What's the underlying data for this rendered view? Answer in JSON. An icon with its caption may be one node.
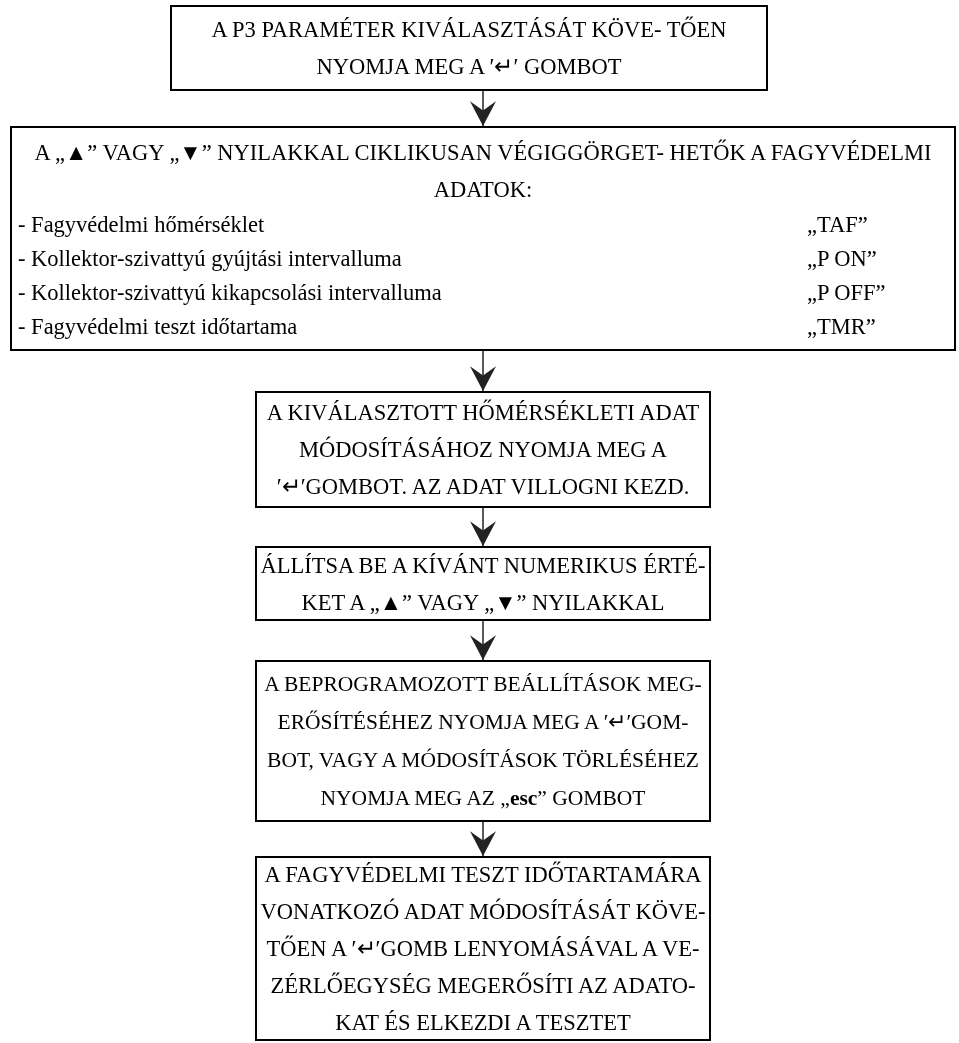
{
  "diagram": {
    "nodes": [
      {
        "text": [
          "A P3 PARAMÉTER KIVÁLASZTÁSÁT KÖVE- TŐEN NYOMJA MEG A ′↵′ GOMBOT"
        ]
      },
      {
        "text": [
          "A „▲” VAGY „▼” NYILAKKAL CIKLIKUSAN VÉGIGGÖRGET- HETŐK A FAGYVÉDELMI ADATOK:",
          "- Fagyvédelmi hőmérséklet",
          "„TAF”",
          "- Kollektor-szivattyú gyújtási intervalluma",
          "„P ON”",
          "- Kollektor-szivattyú kikapcsolási intervalluma",
          "„P OFF”",
          "- Fagyvédelmi teszt időtartama",
          "„TMR”"
        ]
      },
      {
        "text": [
          "A KIVÁLASZTOTT HŐMÉRSÉKLETI ADAT MÓDOSÍTÁSÁHOZ NYOMJA MEG A ′↵′GOMBOT. AZ ADAT VILLOGNI KEZD."
        ]
      },
      {
        "text": [
          "ÁLLÍTSA BE A KÍVÁNT NUMERIKUS ÉRTÉ- KET A „▲” VAGY „▼” NYILAKKAL"
        ]
      },
      {
        "text": [
          "A BEPROGRAMOZOTT BEÁLLÍTÁSOK MEG- ERŐSÍTÉSÉHEZ NYOMJA MEG A ′↵′GOM- BOT, VAGY A MÓDOSÍTÁSOK TÖRLÉSÉHEZ NYOMJA MEG AZ „**esc**” GOMBOT"
        ]
      },
      {
        "text": [
          "A FAGYVÉDELMI TESZT IDŐTARTAMÁRA VONATKOZÓ ADAT MÓDOSÍTÁSÁT KÖVE- TŐEN A ′↵′GOMB LENYOMÁSÁVAL A VE- ZÉRLŐEGYSÉG MEGERŐSÍTI AZ ADATO- KAT ÉS ELKEZDI A TESZTET"
        ]
      }
    ],
    "edges": [
      {
        "from": 0,
        "to": 1,
        "arrow": "to"
      },
      {
        "from": 1,
        "to": 2,
        "arrow": "to"
      },
      {
        "from": 2,
        "to": 3,
        "arrow": "to"
      },
      {
        "from": 3,
        "to": 4,
        "arrow": "to"
      },
      {
        "from": 4,
        "to": 5,
        "arrow": "to"
      }
    ]
  }
}
